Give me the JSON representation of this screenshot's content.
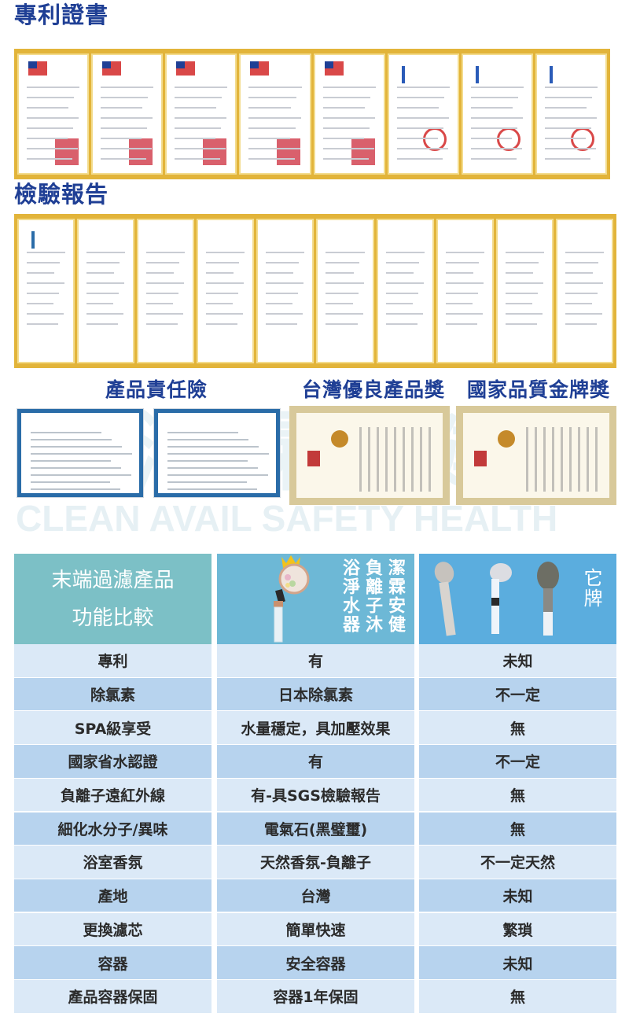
{
  "watermark": {
    "cn": "潔霖安健",
    "en": "CLEAN AVAIL SAFETY HEALTH"
  },
  "sections": {
    "patent": "專利證書",
    "report": "檢驗報告",
    "insurance": "產品責任險",
    "taiwan_award": "台灣優良產品獎",
    "gold_award": "國家品質金牌獎"
  },
  "table": {
    "header": {
      "title_line1": "末端過濾產品",
      "title_line2": "功能比較",
      "brand": "潔霖安健負離子沐浴淨水器",
      "other": "它牌"
    },
    "rows": [
      {
        "feature": "專利",
        "ours": "有",
        "others": "未知"
      },
      {
        "feature": "除氯素",
        "ours": "日本除氯素",
        "others": "不一定"
      },
      {
        "feature": "SPA級享受",
        "ours": "水量穩定，具加壓效果",
        "others": "無"
      },
      {
        "feature": "國家省水認證",
        "ours": "有",
        "others": "不一定"
      },
      {
        "feature": "負離子遠紅外線",
        "ours": "有-具SGS檢驗報告",
        "others": "無"
      },
      {
        "feature": "細化水分子/異味",
        "ours": "電氣石(黑璧璽)",
        "others": "無"
      },
      {
        "feature": "浴室香氛",
        "ours": "天然香氛-負離子",
        "others": "不一定天然"
      },
      {
        "feature": "產地",
        "ours": "台灣",
        "others": "未知"
      },
      {
        "feature": "更換濾芯",
        "ours": "簡單快速",
        "others": "繁瑣"
      },
      {
        "feature": "容器",
        "ours": "安全容器",
        "others": "未知"
      },
      {
        "feature": "產品容器保固",
        "ours": "容器1年保固",
        "others": "無"
      }
    ]
  },
  "colors": {
    "title": "#1f3f95",
    "gold": "#e2b43a",
    "hdr1": "#7cc0c6",
    "hdr2": "#6db8d6",
    "hdr3": "#5badde"
  }
}
